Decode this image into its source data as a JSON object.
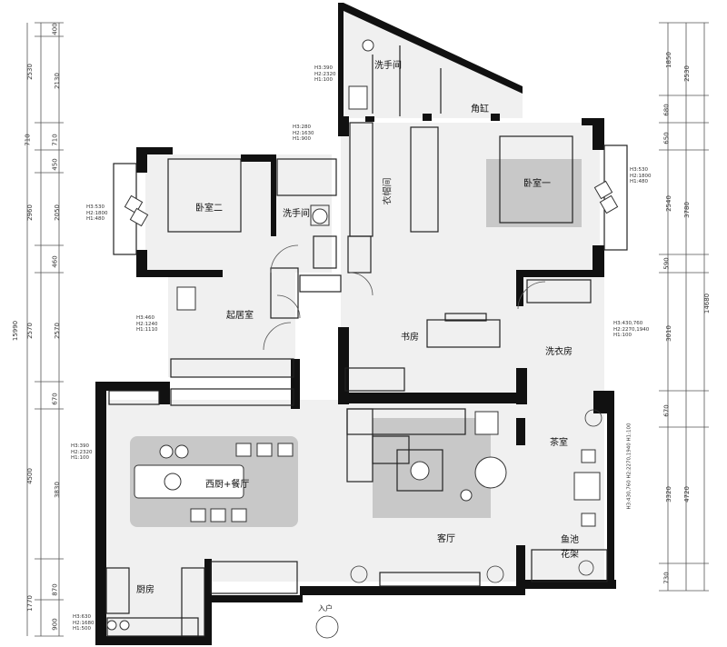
{
  "rooms": {
    "wash_top": "洗手间",
    "corner_tank": "角缸",
    "closet": "衣帽间",
    "bedroom_1": "卧室一",
    "bedroom_2": "卧室二",
    "wash_mid": "洗手间",
    "living_room_small": "起居室",
    "study": "书房",
    "laundry": "洗衣房",
    "tea_room": "茶室",
    "fish_pond": "鱼池",
    "flower_rack": "花架",
    "western_kitchen": "西厨+餐厅",
    "living_room": "客厅",
    "kitchen": "厨房",
    "entrance": "入户"
  },
  "windows": {
    "w_top_bath": [
      "H3:390",
      "H2:2320",
      "H1:100"
    ],
    "w_mid": [
      "H3:280",
      "H2:1630",
      "H1:900"
    ],
    "w_bed2": [
      "H3:530",
      "H2:1800",
      "H1:480"
    ],
    "w_bed1": [
      "H3:530",
      "H2:1800",
      "H1:480"
    ],
    "w_living": [
      "H3:460",
      "H2:1240",
      "H1:1110"
    ],
    "w_laundry": [
      "H3:430,760",
      "H2:2270,1940",
      "H1:100"
    ],
    "w_dining": [
      "H3:390",
      "H2:2320",
      "H1:100"
    ],
    "w_kitchen": [
      "H3:630",
      "H2:1680",
      "H1:500"
    ],
    "w_tea": "H3:430,760  H2:2270,1940  H1:100"
  },
  "dims_left_outer": [
    "400",
    "2530",
    "710",
    "2960",
    "460",
    "2570",
    "670",
    "4500",
    "1770",
    "900"
  ],
  "dims_left_inner": [
    "2130",
    "450",
    "2050",
    "2570",
    "3830",
    "870"
  ],
  "dims_left_total": "15990",
  "dims_right_inner": [
    "1850",
    "680",
    "650",
    "2540",
    "590",
    "3010",
    "670",
    "3320",
    "730"
  ],
  "dims_right_outer": [
    "2530",
    "3780",
    "14680",
    "4720"
  ]
}
